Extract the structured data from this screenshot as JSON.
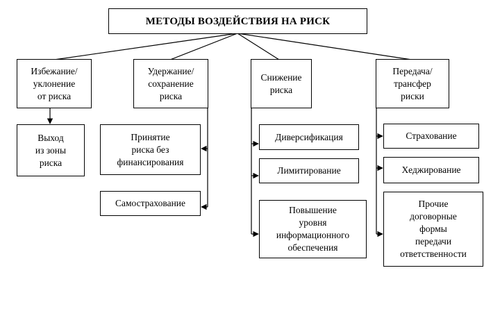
{
  "title": "МЕТОДЫ ВОЗДЕЙСТВИЯ НА РИСК",
  "categories": [
    {
      "label": "Избежание/\nуклонение\nот риска",
      "children": [
        "Выход\nиз зоны\nриска"
      ]
    },
    {
      "label": "Удержание/\nсохранение\nриска",
      "children": [
        "Принятие\nриска без\nфинансирования",
        "Самострахование"
      ]
    },
    {
      "label": "Снижение\nриска",
      "children": [
        "Диверсификация",
        "Лимитирование",
        "Повышение\nуровня\nинформационного\nобеспечения"
      ]
    },
    {
      "label": "Передача/\nтрансфер\nриски",
      "children": [
        "Страхование",
        "Хеджирование",
        "Прочие\nдоговорные\nформы\nпередачи\nответственности"
      ]
    }
  ]
}
